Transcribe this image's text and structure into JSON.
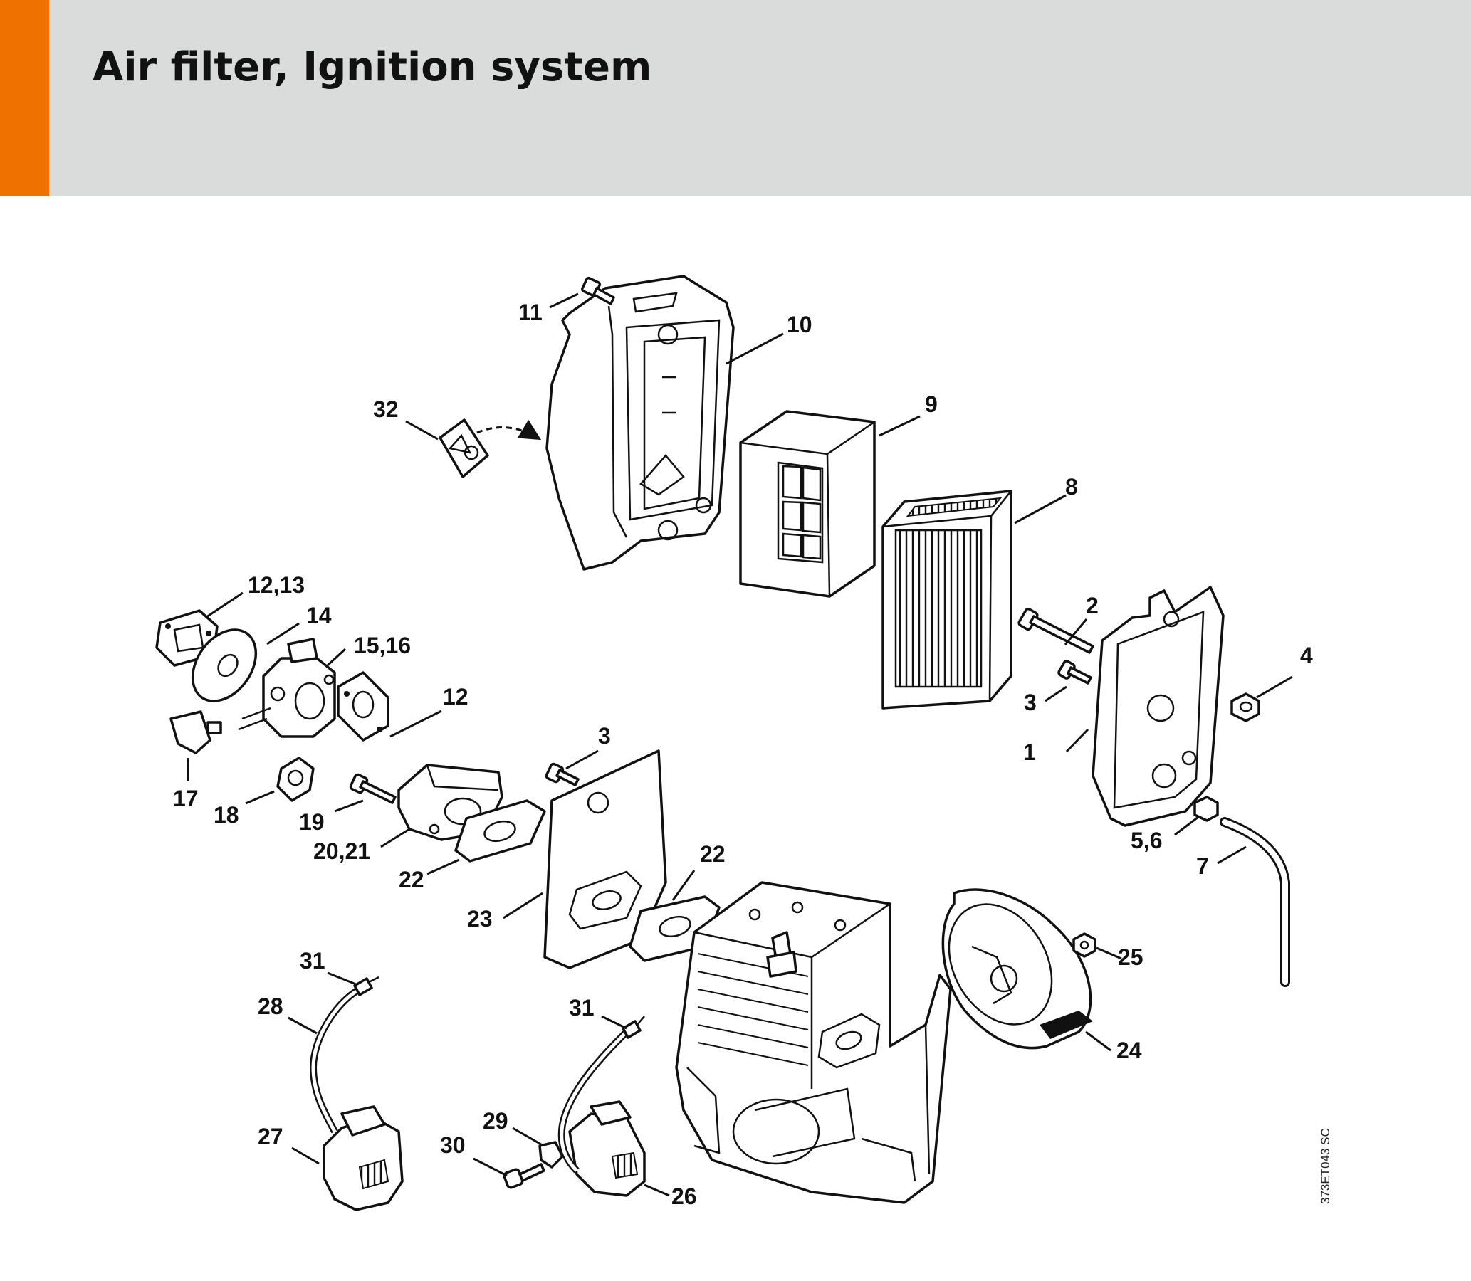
{
  "page": {
    "title": "Air filter, Ignition system"
  },
  "colors": {
    "accent": "#ef7200",
    "header_bg": "#dadbdb",
    "ink": "#111111"
  },
  "drawing_code": "373ET043 SC",
  "callouts": [
    "1",
    "2",
    "3",
    "3",
    "4",
    "5,6",
    "7",
    "8",
    "9",
    "10",
    "11",
    "12,13",
    "14",
    "15,16",
    "12",
    "17",
    "18",
    "19",
    "20,21",
    "22",
    "22",
    "23",
    "24",
    "25",
    "26",
    "27",
    "28",
    "29",
    "30",
    "31",
    "31",
    "32"
  ]
}
